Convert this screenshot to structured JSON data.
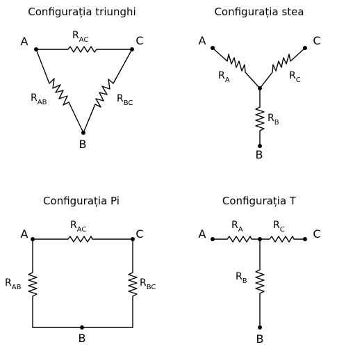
{
  "panels": {
    "delta": {
      "title": "Configurația triunghi",
      "nodes": {
        "a": "A",
        "b": "B",
        "c": "C"
      },
      "resistors": {
        "ac": {
          "main": "R",
          "sub": "AC"
        },
        "ab": {
          "main": "R",
          "sub": "AB"
        },
        "bc": {
          "main": "R",
          "sub": "BC"
        }
      }
    },
    "star": {
      "title": "Configurația stea",
      "nodes": {
        "a": "A",
        "b": "B",
        "c": "C"
      },
      "resistors": {
        "a": {
          "main": "R",
          "sub": "A"
        },
        "b": {
          "main": "R",
          "sub": "B"
        },
        "c": {
          "main": "R",
          "sub": "C"
        }
      }
    },
    "pi": {
      "title": "Configurația Pi",
      "nodes": {
        "a": "A",
        "b": "B",
        "c": "C"
      },
      "resistors": {
        "ac": {
          "main": "R",
          "sub": "AC"
        },
        "ab": {
          "main": "R",
          "sub": "AB"
        },
        "bc": {
          "main": "R",
          "sub": "BC"
        }
      }
    },
    "tee": {
      "title": "Configurația T",
      "nodes": {
        "a": "A",
        "b": "B",
        "c": "C"
      },
      "resistors": {
        "a": {
          "main": "R",
          "sub": "A"
        },
        "b": {
          "main": "R",
          "sub": "B"
        },
        "c": {
          "main": "R",
          "sub": "C"
        }
      }
    }
  }
}
